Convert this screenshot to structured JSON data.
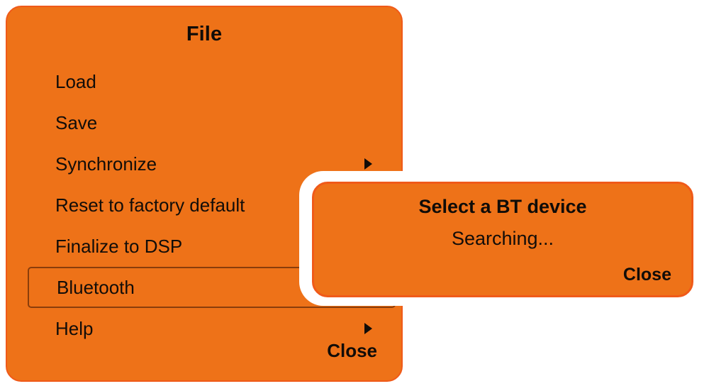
{
  "theme": {
    "panel_background": "#ee7218",
    "panel_border": "#f05a19",
    "selected_row_border": "#8a3d0b",
    "text_color": "#110c08",
    "dialog_outline": "#ffffff",
    "page_background": "#ffffff"
  },
  "file_menu": {
    "title": "File",
    "close_label": "Close",
    "items": [
      {
        "label": "Load",
        "has_submenu": false,
        "selected": false
      },
      {
        "label": "Save",
        "has_submenu": false,
        "selected": false
      },
      {
        "label": "Synchronize",
        "has_submenu": true,
        "selected": false
      },
      {
        "label": "Reset to factory default",
        "has_submenu": false,
        "selected": false
      },
      {
        "label": "Finalize to DSP",
        "has_submenu": false,
        "selected": false
      },
      {
        "label": "Bluetooth",
        "has_submenu": false,
        "selected": true
      },
      {
        "label": "Help",
        "has_submenu": true,
        "selected": false
      }
    ]
  },
  "bt_dialog": {
    "title": "Select a BT device",
    "status": "Searching...",
    "close_label": "Close"
  }
}
